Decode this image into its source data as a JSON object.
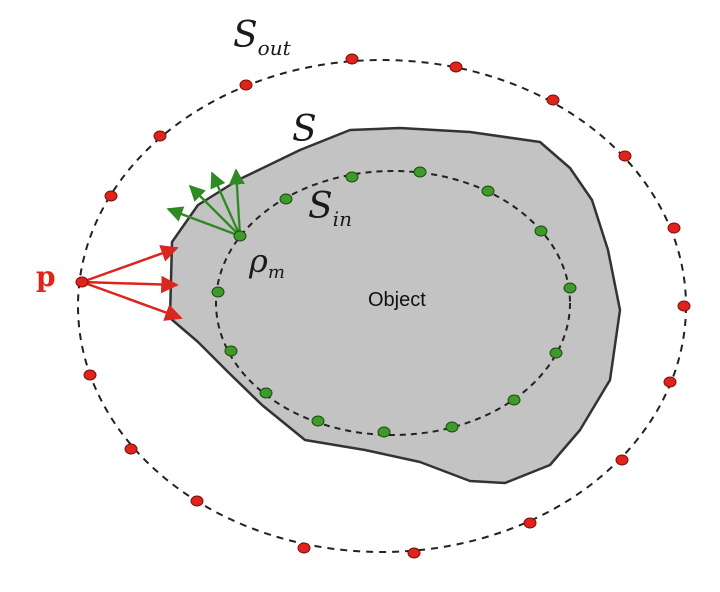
{
  "labels": {
    "s_out": "S",
    "s_out_sub": "out",
    "s": "S",
    "s_in": "S",
    "s_in_sub": "in",
    "rho": "ρ",
    "rho_sub": "m",
    "p": "p",
    "object": "Object"
  },
  "colors": {
    "object_fill": "#c3c3c3",
    "outline": "#333333",
    "red_point": "#e0241b",
    "red_arrow": "#d9261e",
    "green_point": "#3f9a2c",
    "green_arrow": "#2e8a22",
    "dashed": "#222222"
  }
}
